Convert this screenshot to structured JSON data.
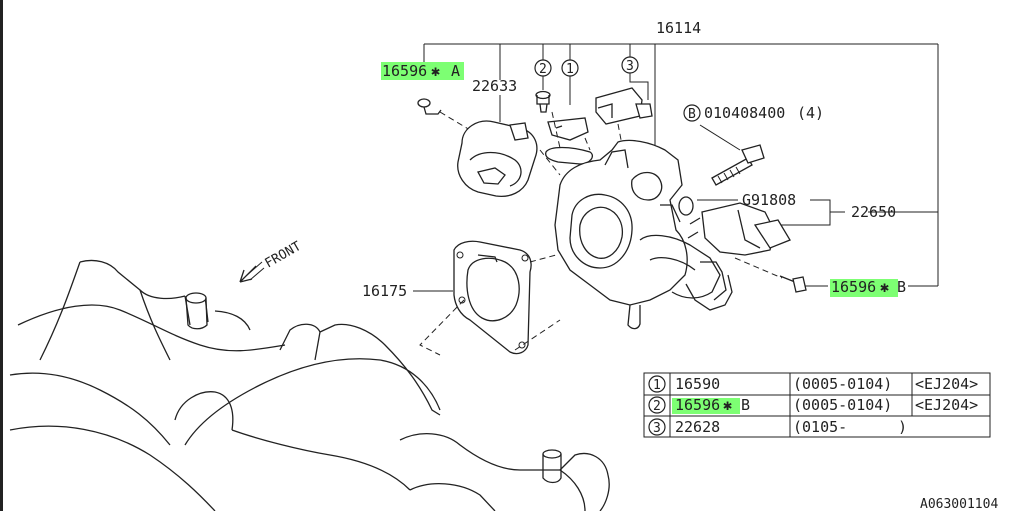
{
  "labels": {
    "top": "16114",
    "p22633": "22633",
    "p16596a_num": "16596",
    "p16596a_suffix": "A",
    "b_code": "010408400",
    "b_qty": "(4)",
    "b_letter": "B",
    "g91808": "G91808",
    "p22650": "22650",
    "p16596b_num": "16596",
    "p16596b_suffix": "B",
    "p16175": "16175",
    "front": "FRONT",
    "circle1": "1",
    "circle2": "2",
    "circle3": "3",
    "star": "✱",
    "footer_code": "A063001104"
  },
  "table": {
    "rows": [
      {
        "num": "1",
        "part": "16590",
        "suffix": "",
        "date": "(0005-0104)",
        "engine": "<EJ204>",
        "highlight": false
      },
      {
        "num": "2",
        "part": "16596",
        "suffix": "B",
        "date": "(0005-0104)",
        "engine": "<EJ204>",
        "highlight": true
      },
      {
        "num": "3",
        "part": "22628",
        "suffix": "",
        "date": "(0105-",
        "engine": ")",
        "highlight": false
      }
    ]
  },
  "colors": {
    "highlight": "#7dff73",
    "line": "#222222"
  }
}
